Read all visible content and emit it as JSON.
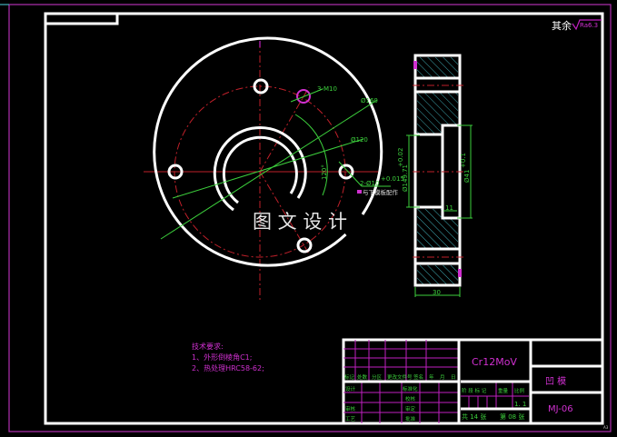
{
  "drawing": {
    "surface_note": {
      "prefix": "其余",
      "roughness": "Ra6.3"
    },
    "watermark": "图 文 设 计",
    "sheet_size": "A3",
    "colors": {
      "background": "#000000",
      "outline": "#ffffff",
      "centerline": "#c0202a",
      "dimension": "#3ccf3c",
      "annotation": "#d030d0",
      "hatch": "#4fd6e0"
    },
    "front_view": {
      "labels": {
        "thread_holes": "3-M10",
        "dia_outer": "Ø160",
        "dia_bolt": "Ø120",
        "angle": "120°",
        "pin_holes": "2-Ø10",
        "pin_tol": "+0.015",
        "pin_note": "与下模板配作"
      }
    },
    "side_view": {
      "labels": {
        "bore": "Ø149.71",
        "bore_tol": "+0.02",
        "step": "Ø41",
        "step_tol": "+0.1",
        "depth": "11",
        "thickness": "30"
      }
    },
    "tech_requirements": {
      "title": "技术要求:",
      "items": [
        "1、外形倒棱角C1;",
        "2、热处理HRC58-62;"
      ]
    }
  },
  "title_block": {
    "material": "Cr12MoV",
    "part_name": "凹  模",
    "drawing_no": "MJ-06",
    "revision_headers": [
      "标记",
      "处数",
      "分区",
      "更改文件号",
      "签名",
      "年",
      "月",
      "日"
    ],
    "left_labels": [
      "设计",
      "",
      "审核",
      "工艺"
    ],
    "mid_labels": [
      "标准化",
      "校核",
      "审定",
      "批准"
    ],
    "stage_label": "阶 段 标 记",
    "weight_label": "重量",
    "scale_label": "比例",
    "scale_value": "1. 1",
    "sheet_total": "共 14 张",
    "sheet_no": "第 08 张"
  }
}
